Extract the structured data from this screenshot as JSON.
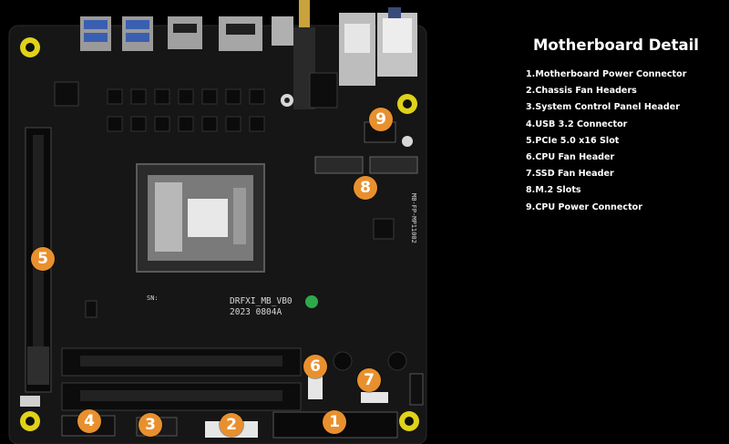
{
  "title": "Motherboard Detail",
  "legend": [
    "1.Motherboard Power Connector",
    "2.Chassis Fan Headers",
    "3.System Control Panel Header",
    "4.USB 3.2 Connector",
    "5.PCIe 5.0 x16 Slot",
    "6.CPU Fan Header",
    "7.SSD Fan Header",
    "8.M.2 Slots",
    "9.CPU Power Connector"
  ],
  "markers": [
    "1",
    "2",
    "3",
    "4",
    "5",
    "6",
    "7",
    "8",
    "9"
  ],
  "colors": {
    "marker": "#e8902e",
    "background": "#000000",
    "pcb": "#161616",
    "mount": "#e0d21a"
  },
  "board_print": {
    "model": "DRFXI_MB_VB0",
    "date": "2023  0804A",
    "sn_label": "SN:",
    "side_code": "MB-FP-MP11002"
  }
}
